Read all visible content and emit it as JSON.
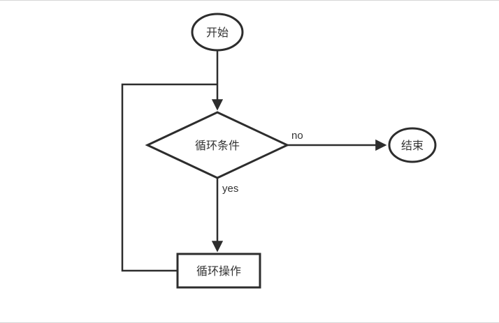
{
  "diagram": {
    "type": "flowchart",
    "description": "While-loop flowchart",
    "colors": {
      "stroke": "#2d2d2d",
      "text": "#333333",
      "background": "#ffffff"
    },
    "nodes": {
      "start": {
        "label": "开始",
        "shape": "ellipse"
      },
      "condition": {
        "label": "循环条件",
        "shape": "diamond"
      },
      "end": {
        "label": "结束",
        "shape": "ellipse"
      },
      "operation": {
        "label": "循环操作",
        "shape": "rectangle"
      }
    },
    "edges": {
      "start_to_condition": {
        "label": ""
      },
      "condition_to_end": {
        "label": "no"
      },
      "condition_to_operation": {
        "label": "yes"
      },
      "operation_loopback": {
        "label": ""
      }
    }
  }
}
